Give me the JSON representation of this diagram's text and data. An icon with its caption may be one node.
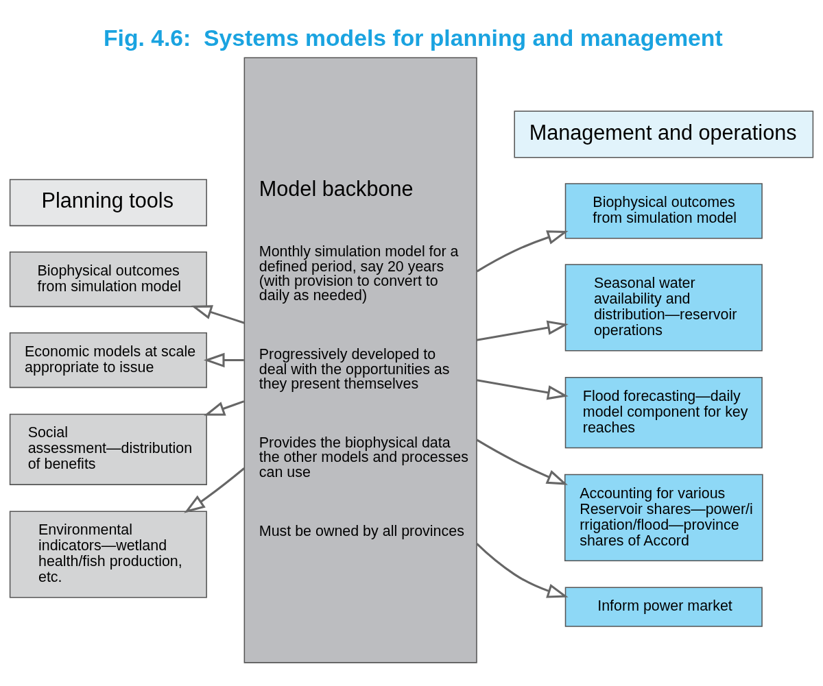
{
  "diagram": {
    "title": "Fig. 4.6:  Systems models for planning and management",
    "nodes": [
      {
        "text": [
          "Planning tools"
        ]
      },
      {
        "text": [
          "Model backbone",
          "Monthly simulation model for a defined period, say 20 years (with provision to convert to daily as needed)",
          "Progressively developed to deal with the opportunities as they present themselves",
          "Provides the biophysical data the other models and processes can use",
          "Must be owned by all provinces"
        ]
      },
      {
        "text": [
          "Management and operations"
        ]
      },
      {
        "text": [
          "Biophysical outcomes from simulation model"
        ]
      },
      {
        "text": [
          "Economic models at scale appropriate to issue"
        ]
      },
      {
        "text": [
          "Social assessment—distribution of benefits"
        ]
      },
      {
        "text": [
          "Environmental indicators—wetland health/fish production, etc."
        ]
      },
      {
        "text": [
          "Biophysical outcomes from simulation model"
        ]
      },
      {
        "text": [
          "Seasonal water availability and distribution—reservoir operations"
        ]
      },
      {
        "text": [
          "Flood forecasting—daily model component for key reaches"
        ]
      },
      {
        "text": [
          "Accounting for various Reservoir shares—power/irrigation/flood—province shares of Accord"
        ]
      },
      {
        "text": [
          "Inform power market"
        ]
      }
    ],
    "edges": [
      {
        "from": 1,
        "to": 3,
        "arrow": "to"
      },
      {
        "from": 1,
        "to": 4,
        "arrow": "to"
      },
      {
        "from": 1,
        "to": 5,
        "arrow": "to"
      },
      {
        "from": 1,
        "to": 6,
        "arrow": "to"
      },
      {
        "from": 1,
        "to": 7,
        "arrow": "to"
      },
      {
        "from": 1,
        "to": 8,
        "arrow": "to"
      },
      {
        "from": 1,
        "to": 9,
        "arrow": "to"
      },
      {
        "from": 1,
        "to": 10,
        "arrow": "to"
      },
      {
        "from": 1,
        "to": 11,
        "arrow": "to"
      }
    ]
  }
}
